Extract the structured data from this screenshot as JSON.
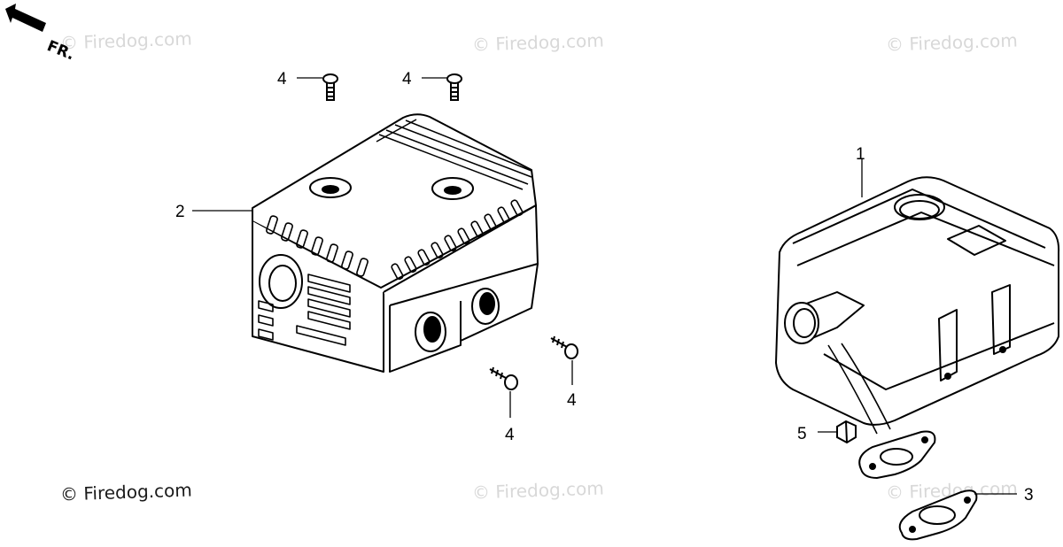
{
  "direction_label": "FR.",
  "watermarks": [
    "© Firedog.com",
    "© Firedog.com",
    "© Firedog.com",
    "© Firedog.com",
    "© Firedog.com",
    "© Firedog.com"
  ],
  "callouts": {
    "muffler": "1",
    "protector": "2",
    "gasket": "3",
    "bolt_top_left": "4",
    "bolt_top_right": "4",
    "bolt_bottom_left": "4",
    "bolt_bottom_right": "4",
    "nut": "5"
  }
}
